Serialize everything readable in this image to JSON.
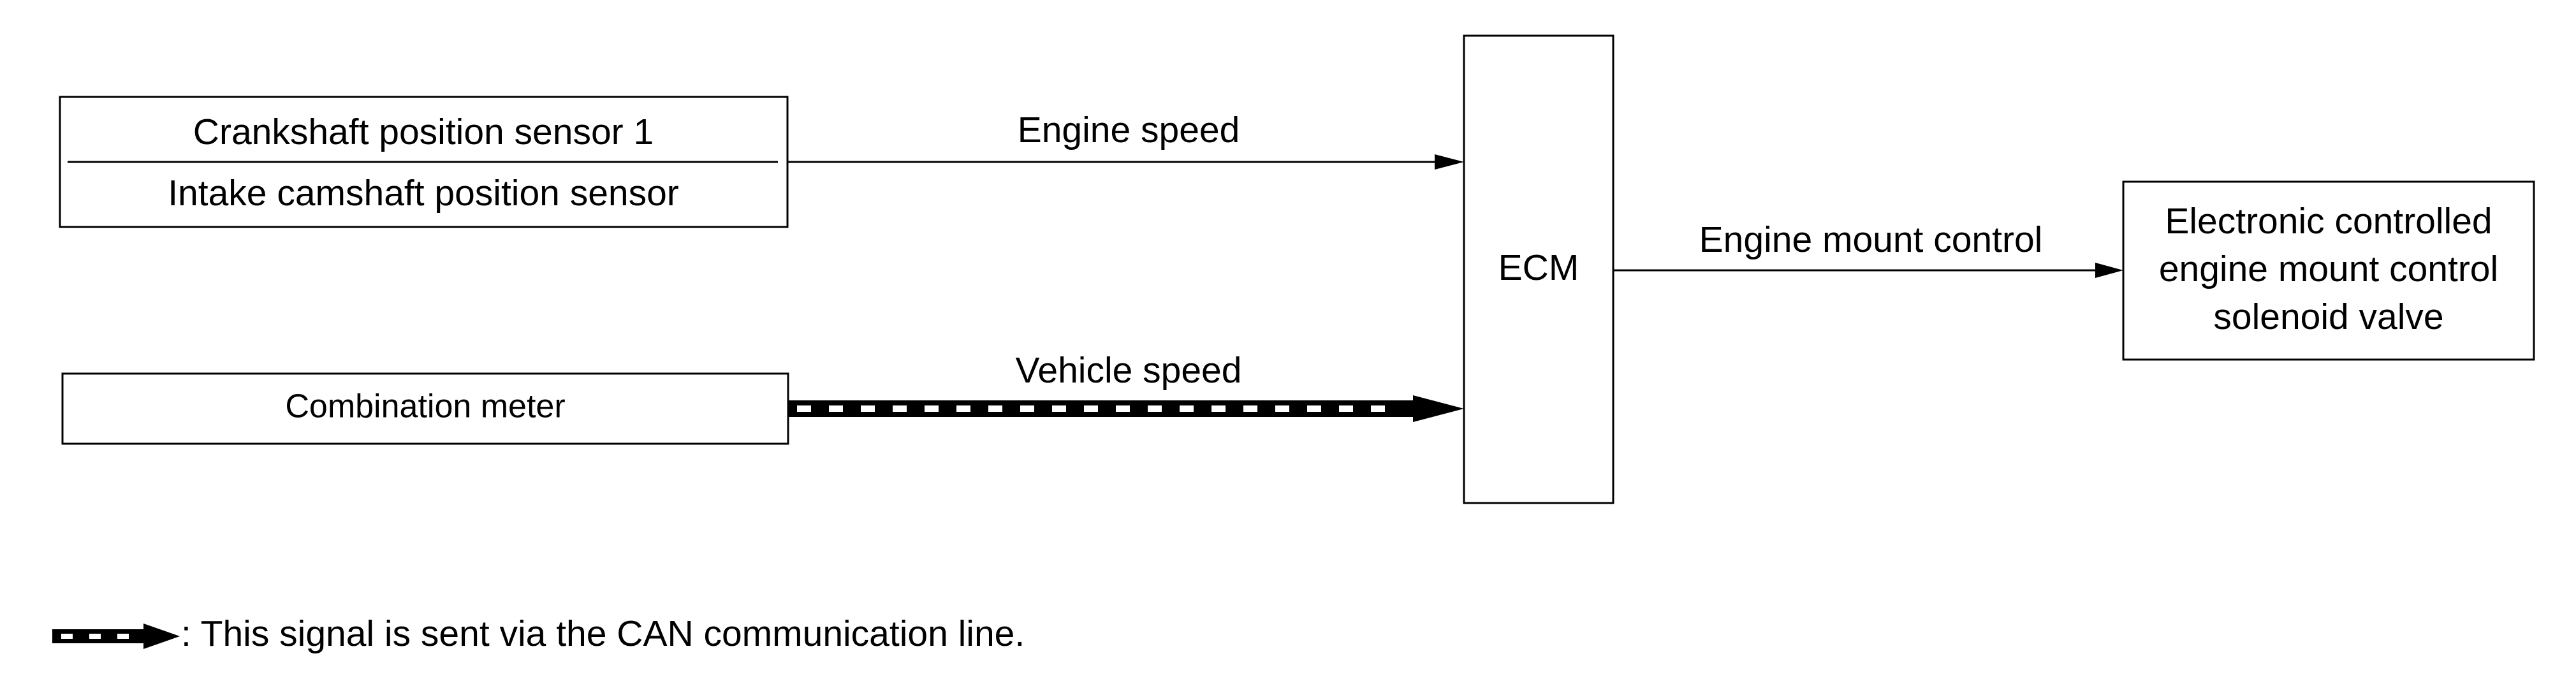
{
  "diagram": {
    "inputs": {
      "sensor_box": {
        "line1": "Crankshaft position sensor 1",
        "line2": "Intake camshaft position sensor"
      },
      "meter_box": {
        "label": "Combination meter"
      }
    },
    "ecm": {
      "label": "ECM"
    },
    "output_box": {
      "line1": "Electronic controlled",
      "line2": "engine mount control",
      "line3": "solenoid valve"
    },
    "signals": {
      "engine_speed": "Engine speed",
      "vehicle_speed": "Vehicle speed",
      "engine_mount_control": "Engine mount control"
    },
    "legend": {
      "text": ": This signal is sent via the CAN communication line."
    },
    "colors": {
      "line": "#000000",
      "background": "#ffffff"
    }
  }
}
